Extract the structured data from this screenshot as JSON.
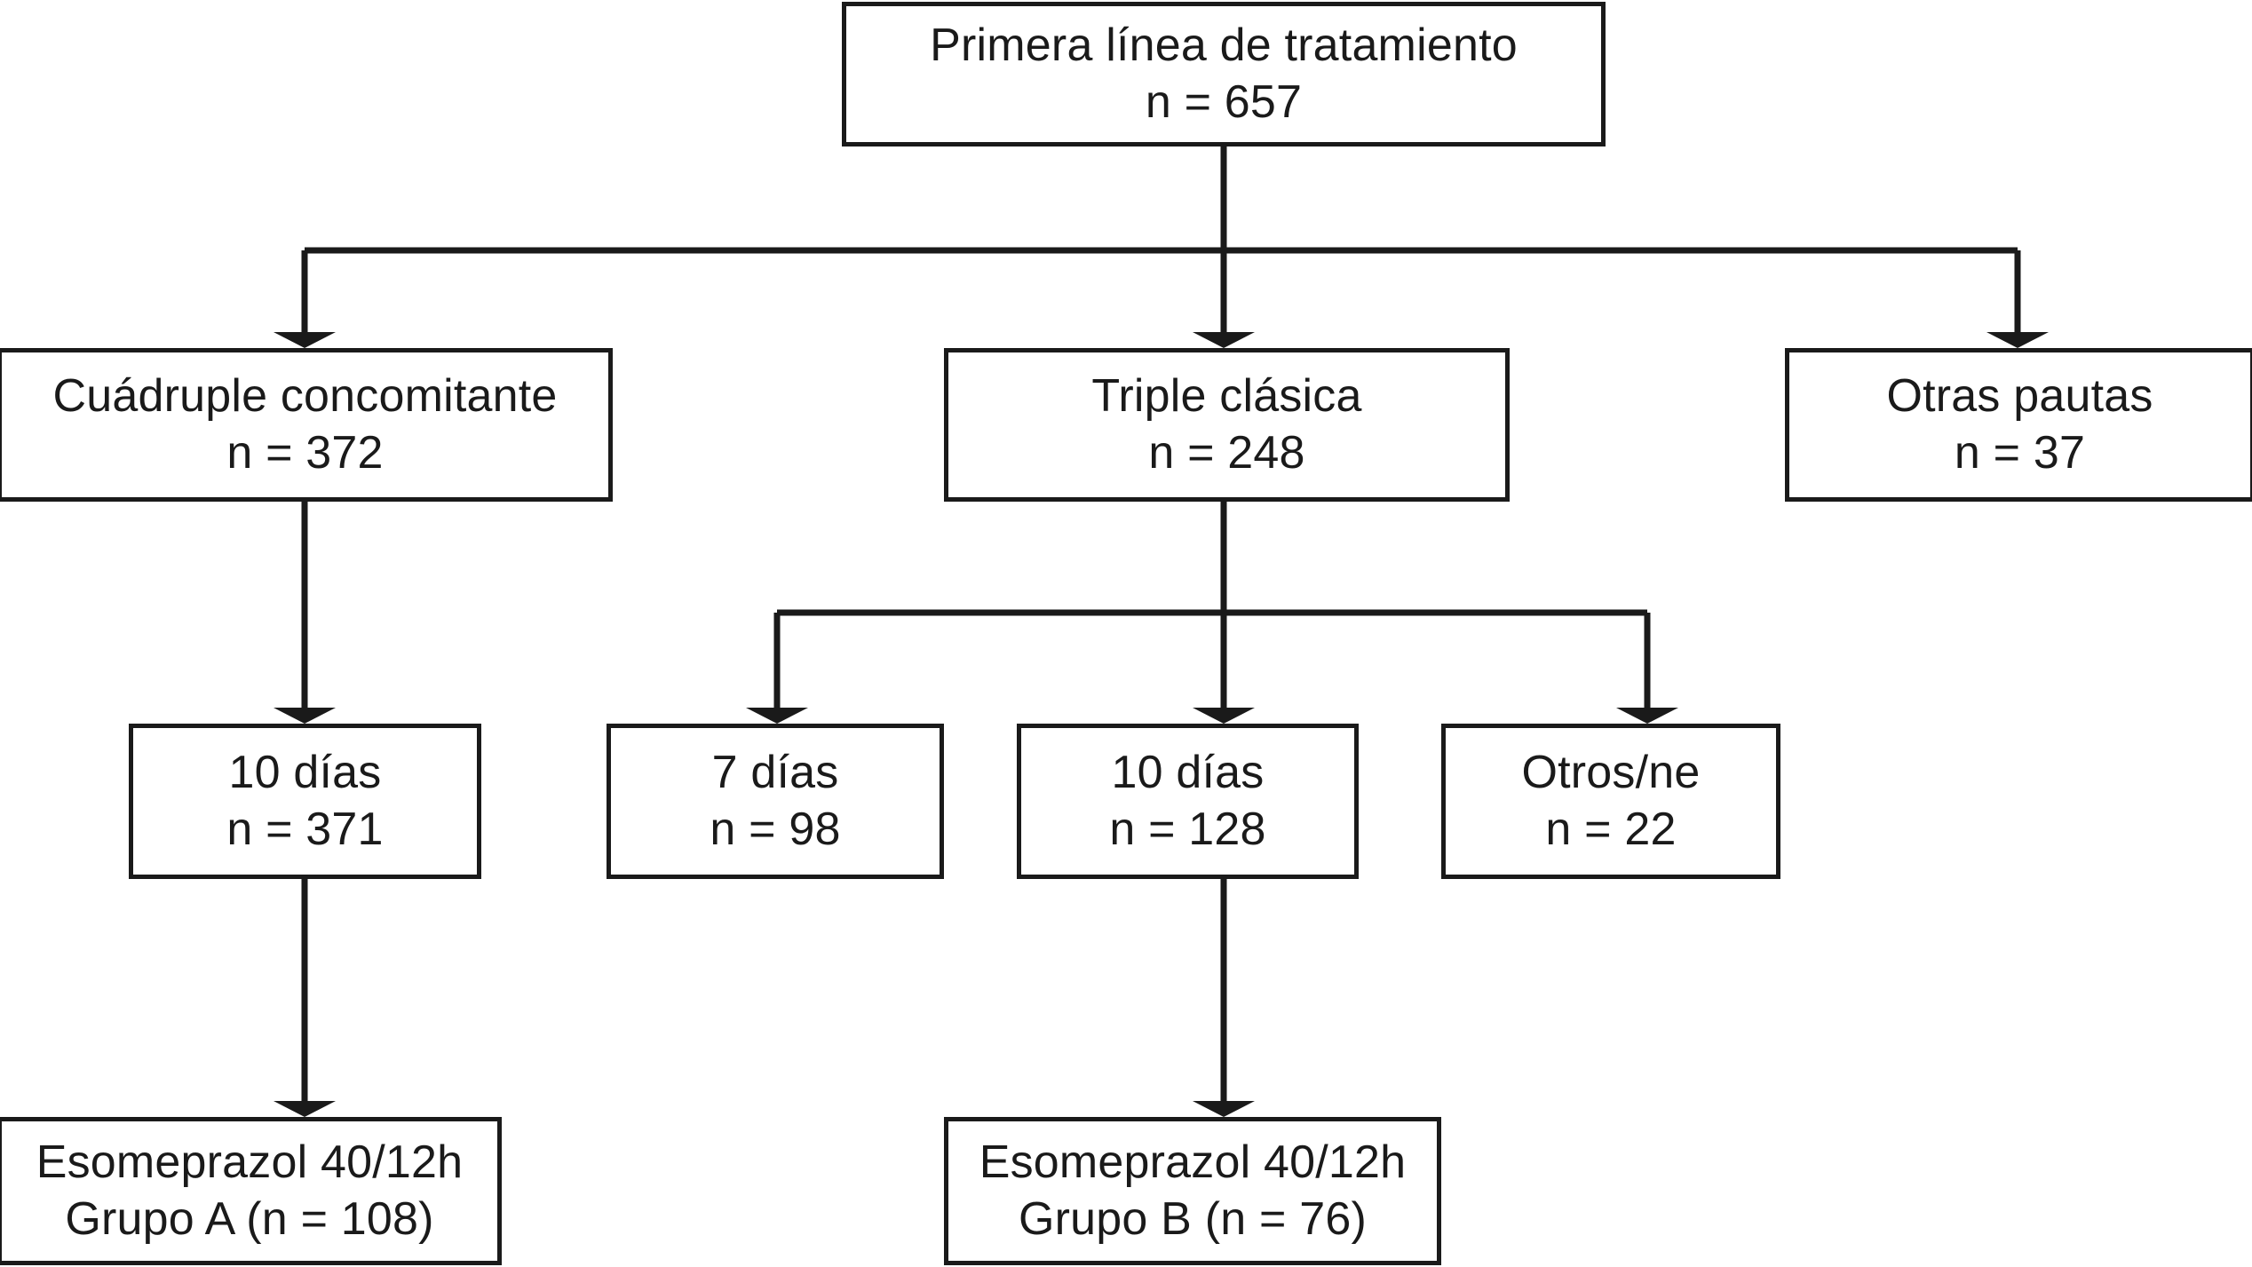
{
  "diagram": {
    "title": "Primera linea de tratamiento flowchart",
    "line_color": "#1a1a1a",
    "box_fill": "#ffffff",
    "background": "#ffffff"
  },
  "nodes": {
    "root": {
      "line1": "Primera línea de tratamiento",
      "line2": "n = 657"
    },
    "cuadruple": {
      "line1": "Cuádruple concomitante",
      "line2": "n = 372"
    },
    "triple": {
      "line1": "Triple clásica",
      "line2": "n = 248"
    },
    "otras_pautas": {
      "line1": "Otras pautas",
      "line2": "n = 37"
    },
    "cuadruple_10dias": {
      "line1": "10 días",
      "line2": "n = 371"
    },
    "triple_7dias": {
      "line1": "7 días",
      "line2": "n = 98"
    },
    "triple_10dias": {
      "line1": "10 días",
      "line2": "n = 128"
    },
    "triple_otros": {
      "line1": "Otros/ne",
      "line2": "n = 22"
    },
    "grupo_a": {
      "line1": "Esomeprazol 40/12h",
      "line2": "Grupo A (n = 108)"
    },
    "grupo_b": {
      "line1": "Esomeprazol 40/12h",
      "line2": "Grupo B (n = 76)"
    }
  },
  "chart_data": {
    "type": "diagram",
    "subtype": "flowchart",
    "title": "Primera línea de tratamiento",
    "orientation": "top-down",
    "levels": 4,
    "nodes": [
      {
        "id": "root",
        "label": "Primera línea de tratamiento",
        "n": 657,
        "level": 0
      },
      {
        "id": "cuadruple",
        "label": "Cuádruple concomitante",
        "n": 372,
        "level": 1
      },
      {
        "id": "triple",
        "label": "Triple clásica",
        "n": 248,
        "level": 1
      },
      {
        "id": "otras_pautas",
        "label": "Otras pautas",
        "n": 37,
        "level": 1
      },
      {
        "id": "cuadruple_10dias",
        "label": "10 días",
        "n": 371,
        "level": 2
      },
      {
        "id": "triple_7dias",
        "label": "7 días",
        "n": 98,
        "level": 2
      },
      {
        "id": "triple_10dias",
        "label": "10 días",
        "n": 128,
        "level": 2
      },
      {
        "id": "triple_otros",
        "label": "Otros/ne",
        "n": 22,
        "level": 2
      },
      {
        "id": "grupo_a",
        "label": "Esomeprazol 40/12h Grupo A",
        "n": 108,
        "level": 3
      },
      {
        "id": "grupo_b",
        "label": "Esomeprazol 40/12h Grupo B",
        "n": 76,
        "level": 3
      }
    ],
    "edges": [
      {
        "from": "root",
        "to": "cuadruple"
      },
      {
        "from": "root",
        "to": "triple"
      },
      {
        "from": "root",
        "to": "otras_pautas"
      },
      {
        "from": "cuadruple",
        "to": "cuadruple_10dias"
      },
      {
        "from": "triple",
        "to": "triple_7dias"
      },
      {
        "from": "triple",
        "to": "triple_10dias"
      },
      {
        "from": "triple",
        "to": "triple_otros"
      },
      {
        "from": "cuadruple_10dias",
        "to": "grupo_a"
      },
      {
        "from": "triple_10dias",
        "to": "grupo_b"
      }
    ]
  }
}
